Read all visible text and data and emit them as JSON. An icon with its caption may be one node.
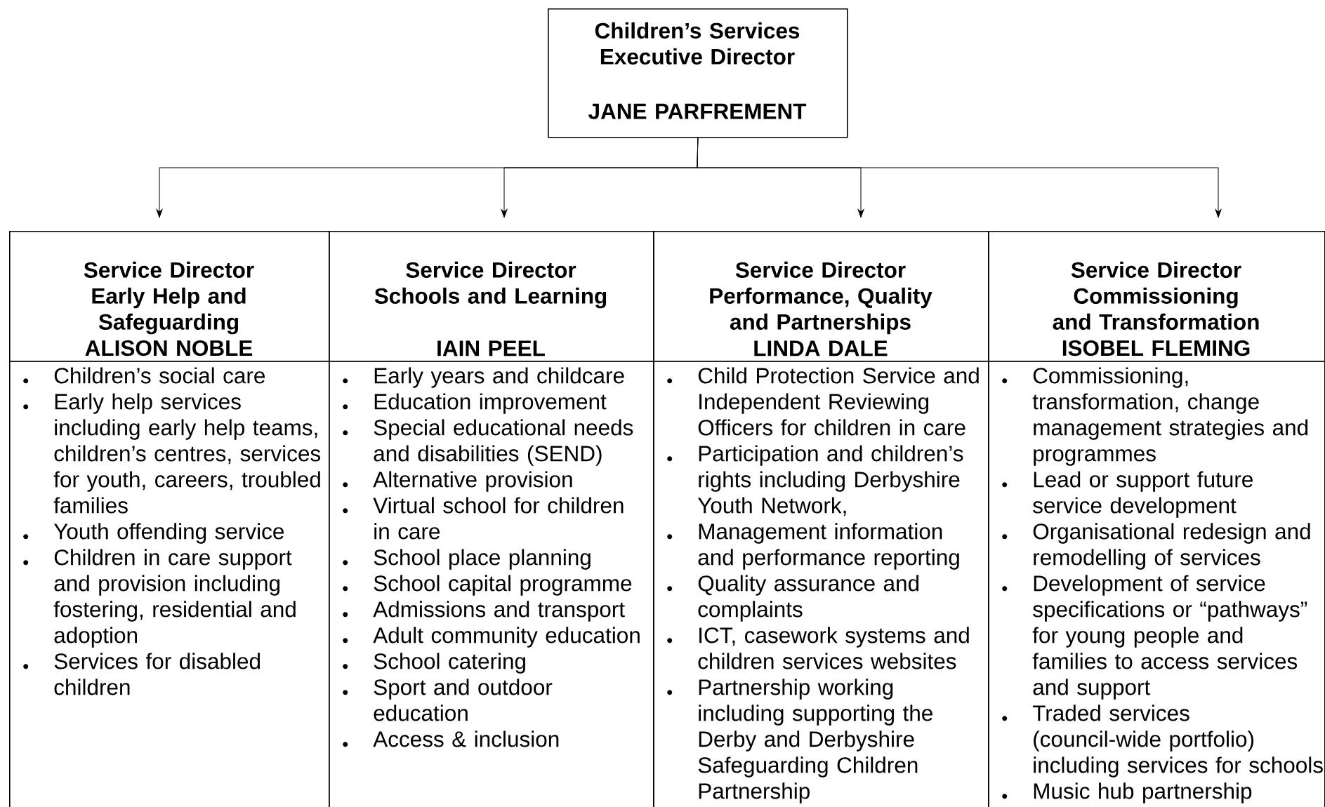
{
  "diagram": {
    "nodes": [
      {
        "text": [
          "Children’s Services Executive Director",
          "JANE PARFREMENT"
        ]
      },
      {
        "text": [
          "Service Director Early Help and Safeguarding",
          "ALISON NOBLE"
        ]
      },
      {
        "text": [
          "Service Director Schools and Learning",
          "IAIN PEEL"
        ]
      },
      {
        "text": [
          "Service Director Performance, Quality and Partnerships",
          "LINDA DALE"
        ]
      },
      {
        "text": [
          "Service Director Commissioning and Transformation",
          "ISOBEL FLEMING"
        ]
      },
      {
        "text": [
          "Children’s social care",
          "Early help services including early help teams, children’s centres, services for youth, careers, troubled families",
          "Youth offending service",
          "Children in care support and provision including fostering, residential and adoption",
          "Services for disabled children"
        ]
      },
      {
        "text": [
          "Early years and childcare",
          "Education improvement",
          "Special educational needs and disabilities (SEND)",
          "Alternative provision",
          "Virtual school for children in care",
          "School place planning",
          "School capital programme",
          "Admissions and transport",
          "Adult community education",
          "School catering",
          "Sport and outdoor education",
          "Access & inclusion"
        ]
      },
      {
        "text": [
          "Child Protection Service and Independent Reviewing Officers for children in care",
          "Participation and children’s rights including Derbyshire Youth Network,",
          "Management information and performance reporting",
          "Quality assurance and complaints",
          "ICT, casework systems and children services websites",
          "Partnership working including supporting the Derby and Derbyshire Safeguarding Children Partnership"
        ]
      },
      {
        "text": [
          "Commissioning, transformation, change management strategies and programmes",
          "Lead or support future service development",
          "Organisational redesign and remodelling of services",
          "Development of service specifications or “pathways” for young people and families to access services and support",
          "Traded services (council-wide portfolio) including services for schools",
          "Music hub partnership"
        ]
      }
    ],
    "edges": [
      {
        "from": 0,
        "to": 1,
        "arrow": "to"
      },
      {
        "from": 0,
        "to": 2,
        "arrow": "to"
      },
      {
        "from": 0,
        "to": 3,
        "arrow": "to"
      },
      {
        "from": 0,
        "to": 4,
        "arrow": "to"
      }
    ]
  }
}
